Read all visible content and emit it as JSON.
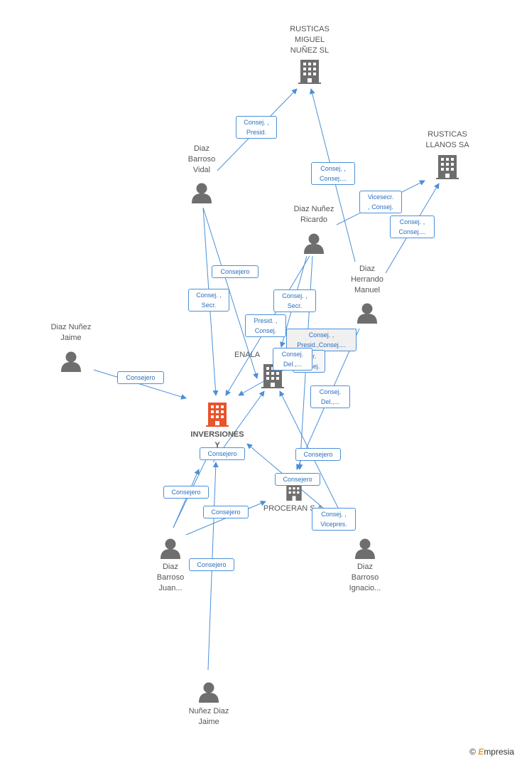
{
  "colors": {
    "edge": "#4a90d9",
    "node": "#6e6e6e",
    "main_node": "#e8542c"
  },
  "nodes": {
    "rusticas_miguel": {
      "label": "RUSTICAS\nMIGUEL\nNUÑEZ SL",
      "type": "company"
    },
    "rusticas_llanos": {
      "label": "RUSTICAS\nLLANOS SA",
      "type": "company"
    },
    "diaz_barroso_vidal": {
      "label": "Diaz\nBarroso\nVidal",
      "type": "person"
    },
    "diaz_nunez_ricardo": {
      "label": "Diaz Nuñez\nRicardo",
      "type": "person"
    },
    "diaz_herrando_manuel": {
      "label": "Diaz\nHerrando\nManuel",
      "type": "person"
    },
    "diaz_nunez_jaime": {
      "label": "Diaz Nuñez\nJaime",
      "type": "person"
    },
    "enala": {
      "label": "ENALA",
      "type": "company"
    },
    "inversiones": {
      "label": "INVERSIONES\nY\nPR...",
      "type": "main"
    },
    "proceran": {
      "label": "PROCERAN S.A.",
      "type": "company"
    },
    "diaz_barroso_juan": {
      "label": "Diaz\nBarroso\nJuan...",
      "type": "person"
    },
    "diaz_barroso_ignacio": {
      "label": "Diaz\nBarroso\nIgnacio...",
      "type": "person"
    },
    "nunez_diaz_jaime": {
      "label": "Nuñez Diaz\nJaime",
      "type": "person"
    }
  },
  "edge_labels": {
    "e1": "Consej. ,\nPresid.",
    "e2": "Consej. ,\nConsej....",
    "e3": "Vicesecr.\n, Consej.",
    "e4": "Consej. ,\nConsej....",
    "e5": "Consejero",
    "e6": "Consej. ,\nSecr.",
    "e7": "Consej. ,\nSecr.",
    "e8": "Presid. ,\nConsej.",
    "e9": "Consej. ,\nPresid.,Consej....",
    "e10": "Consej.\nDel.,...",
    "e11": "Consejero",
    "e12": "Consej.\nDel.,...",
    "e13": "Consejero",
    "e14": "Consejero",
    "e15": "Consejero",
    "e16": "Consejero",
    "e17": "Consejero",
    "e18": "Consej. ,\nVicepres.",
    "e19": "Consejero",
    "e20": "Secr.\nConsej."
  },
  "brand": {
    "copyright": "©",
    "name_first": "E",
    "name_rest": "mpresia"
  }
}
